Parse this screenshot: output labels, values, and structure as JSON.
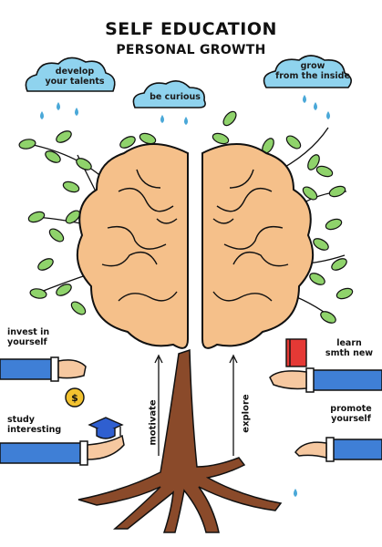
{
  "title": "SELF EDUCATION",
  "subtitle": "PERSONAL GROWTH",
  "clouds": {
    "left": {
      "line1": "develop",
      "line2": "your talents"
    },
    "middle": {
      "line1": "be curious"
    },
    "right": {
      "line1": "grow",
      "line2": "from the inside"
    }
  },
  "side_labels": {
    "invest": {
      "line1": "invest in",
      "line2": "yourself"
    },
    "study": {
      "line1": "study",
      "line2": "interesting"
    },
    "learn": {
      "line1": "learn",
      "line2": "smth new"
    },
    "promote": {
      "line1": "promote",
      "line2": "yourself"
    }
  },
  "trunk_labels": {
    "left": "motivate",
    "right": "explore"
  },
  "colors": {
    "cloud": "#8fd3ee",
    "drop": "#4aa8d8",
    "brain": "#f5c08a",
    "leaf": "#8fd36b",
    "trunk": "#8a4a2a",
    "sleeve": "#3f7fd6",
    "skin": "#f6c8a0",
    "coin": "#f2c230",
    "book": "#e53935",
    "cap": "#2f5fd0"
  },
  "icons": [
    "coin-icon",
    "graduation-cap-icon",
    "book-icon",
    "water-drop-icon"
  ]
}
